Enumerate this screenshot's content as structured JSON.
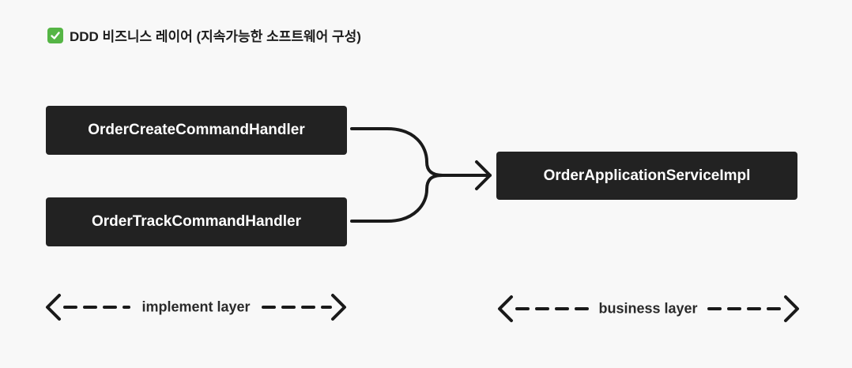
{
  "header": {
    "title": "DDD 비즈니스 레이어 (지속가능한 소프트웨어 구성)",
    "check_icon": "check-mark-icon",
    "check_color": "#55b545"
  },
  "diagram": {
    "components": [
      {
        "id": "create",
        "label": "OrderCreateCommandHandler"
      },
      {
        "id": "track",
        "label": "OrderTrackCommandHandler"
      },
      {
        "id": "app",
        "label": "OrderApplicationServiceImpl"
      }
    ],
    "layers": [
      {
        "label": "implement layer"
      },
      {
        "label": "business layer"
      }
    ],
    "box_color": "#222222",
    "line_color": "#1a1a1a"
  }
}
